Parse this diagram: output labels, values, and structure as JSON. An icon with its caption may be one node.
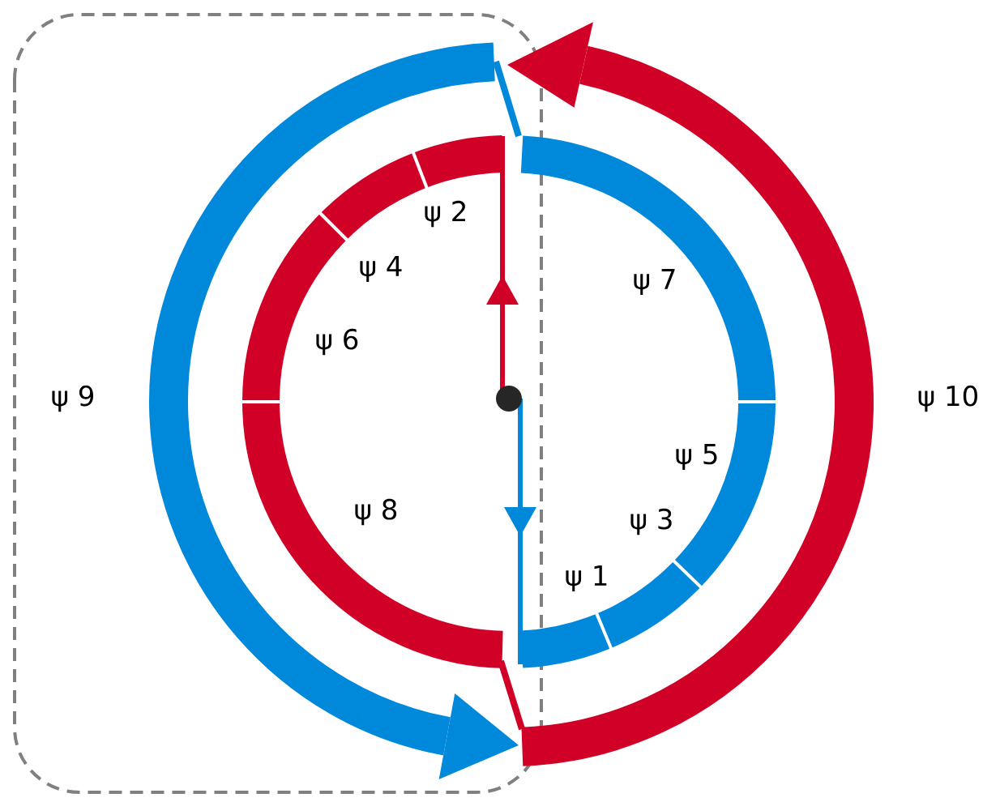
{
  "diagram": {
    "labels": [
      "ψ 2",
      "ψ 4",
      "ψ 7",
      "ψ 6",
      "ψ 9",
      "ψ 10",
      "ψ 5",
      "ψ 8",
      "ψ 3",
      "ψ 1"
    ]
  }
}
